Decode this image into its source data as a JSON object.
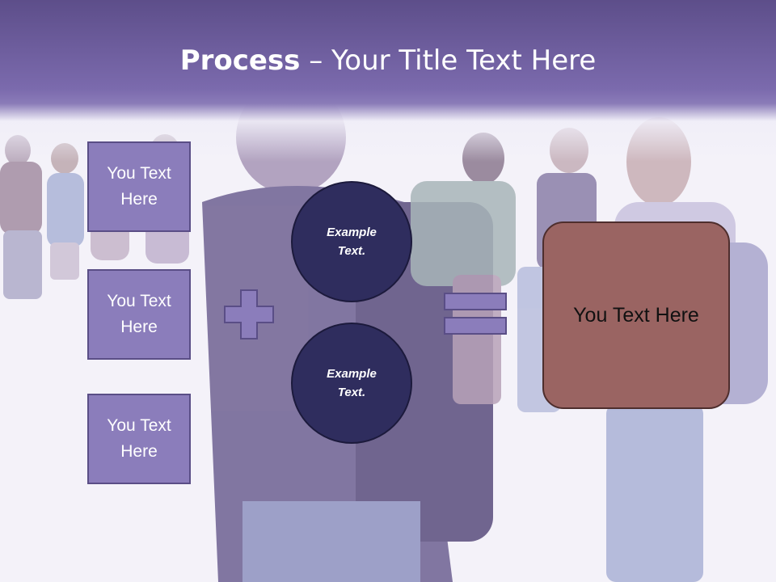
{
  "slide": {
    "title_bold": "Process",
    "title_rest": " – Your Title Text Here",
    "left_boxes": [
      {
        "label": "You Text Here"
      },
      {
        "label": "You Text Here"
      },
      {
        "label": "You Text Here"
      }
    ],
    "circles": [
      {
        "label": "Example Text."
      },
      {
        "label": "Example Text."
      }
    ],
    "result_label": "You Text Here",
    "operators": {
      "plus": "plus-icon",
      "equals": "equals-icon"
    },
    "colors": {
      "header": "#7b6aad",
      "box_fill": "#8b7dbb",
      "circle_fill": "#2f2d5e",
      "result_fill": "#9a6462",
      "operator_fill": "#8b7dbb"
    }
  }
}
